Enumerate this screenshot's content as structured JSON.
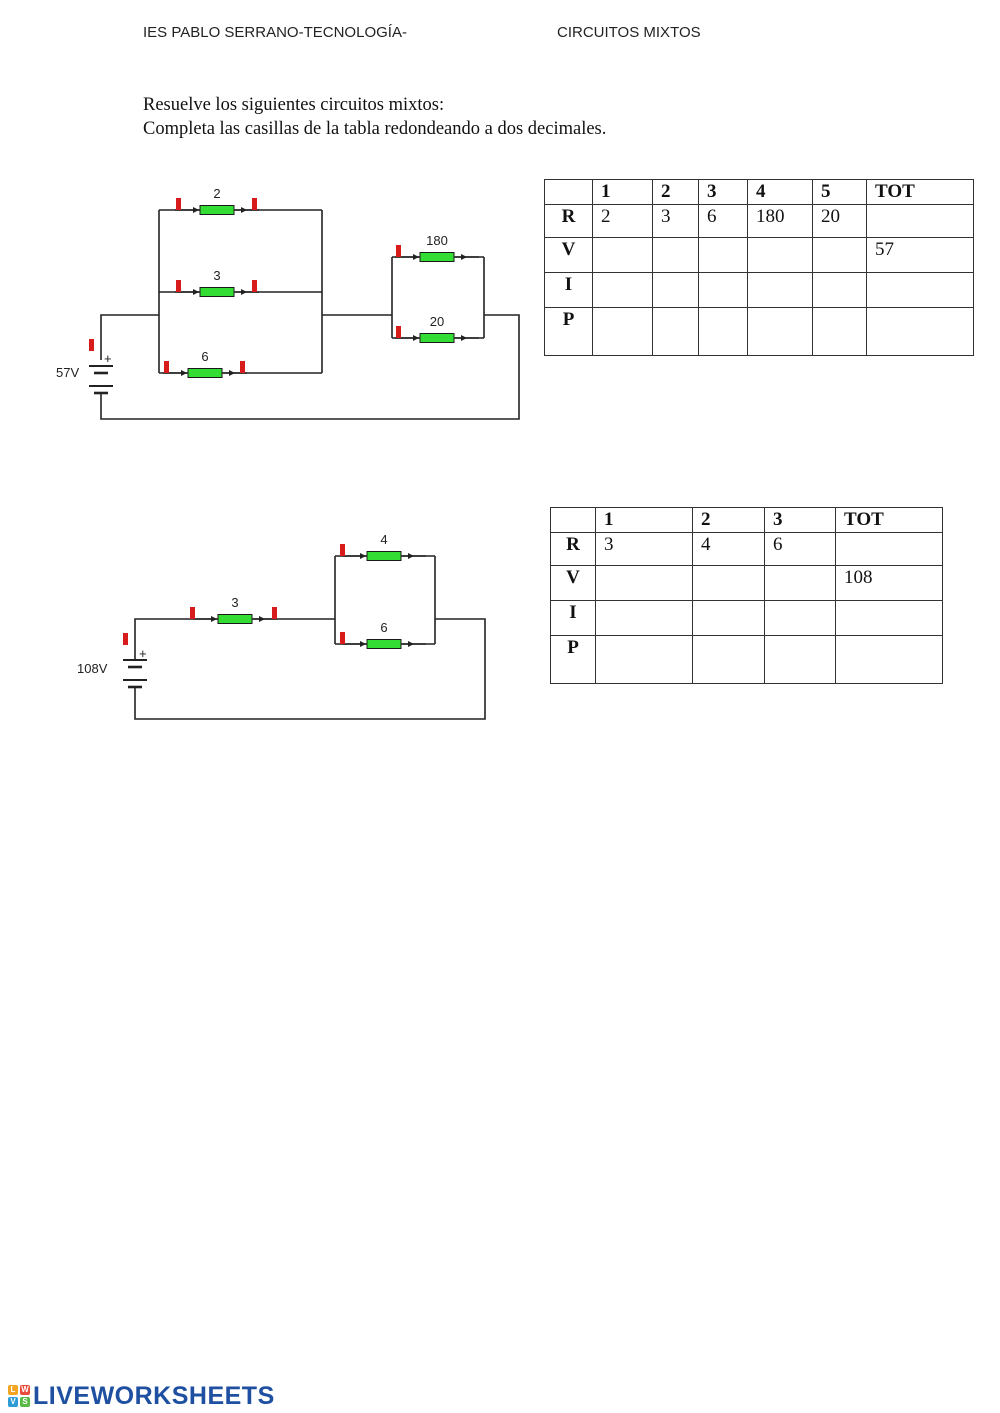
{
  "header": {
    "left": "IES PABLO SERRANO-TECNOLOGÍA-",
    "right": "CIRCUITOS MIXTOS"
  },
  "instructions": [
    "Resuelve los siguientes circuitos mixtos:",
    "Completa las casillas de la tabla redondeando a dos decimales."
  ],
  "colors": {
    "resistor": "#33dd33",
    "terminal": "#d81b1b",
    "wire": "#222222"
  },
  "circuit1": {
    "battery_label": "57V",
    "plus_sign": "+",
    "resistor_labels": [
      "2",
      "3",
      "6",
      "180",
      "20"
    ]
  },
  "circuit2": {
    "battery_label": "108V",
    "plus_sign": "+",
    "resistor_labels": [
      "3",
      "4",
      "6"
    ]
  },
  "table1": {
    "columns": [
      "",
      "1",
      "2",
      "3",
      "4",
      "5",
      "TOT"
    ],
    "rows": [
      {
        "label": "R",
        "cells": [
          "2",
          "3",
          "6",
          "180",
          "20",
          ""
        ]
      },
      {
        "label": "V",
        "cells": [
          "",
          "",
          "",
          "",
          "",
          "57"
        ]
      },
      {
        "label": "I",
        "cells": [
          "",
          "",
          "",
          "",
          "",
          ""
        ]
      },
      {
        "label": "P",
        "cells": [
          "",
          "",
          "",
          "",
          "",
          ""
        ]
      }
    ]
  },
  "table2": {
    "columns": [
      "",
      "1",
      "2",
      "3",
      "TOT"
    ],
    "rows": [
      {
        "label": "R",
        "cells": [
          "3",
          "4",
          "6",
          ""
        ]
      },
      {
        "label": "V",
        "cells": [
          "",
          "",
          "",
          "108"
        ]
      },
      {
        "label": "I",
        "cells": [
          "",
          "",
          "",
          ""
        ]
      },
      {
        "label": "P",
        "cells": [
          "",
          "",
          "",
          ""
        ]
      }
    ]
  },
  "logo": {
    "text": "LIVEWORKSHEETS",
    "mark_letters": [
      "L",
      "W",
      "V",
      "S"
    ],
    "mark_colors": [
      "#f4a623",
      "#e84c3d",
      "#2e9bd6",
      "#59b947"
    ],
    "text_color": "#1e4fa0"
  }
}
